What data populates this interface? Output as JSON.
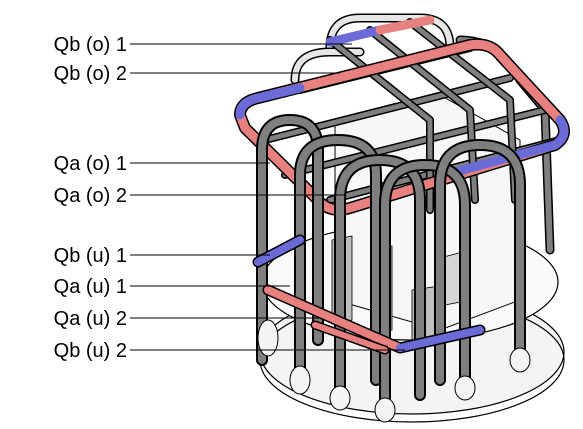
{
  "labels": [
    "Qb (o) 1",
    "Qb (o) 2",
    "Qa (o) 1",
    "Qa (o) 2",
    "Qb (u) 1",
    "Qa (u) 1",
    "Qa (u) 2",
    "Qb (u) 2"
  ],
  "colors": {
    "background": "#ffffff",
    "outline": "#000000",
    "frame_dark": "#7f7f7f",
    "frame_light": "#e6e6e6",
    "panel_fill": "#f4f4f4",
    "shadow_fill": "#bfbfbf",
    "red_band": "#e88080",
    "blue_band": "#6b6bd8"
  }
}
